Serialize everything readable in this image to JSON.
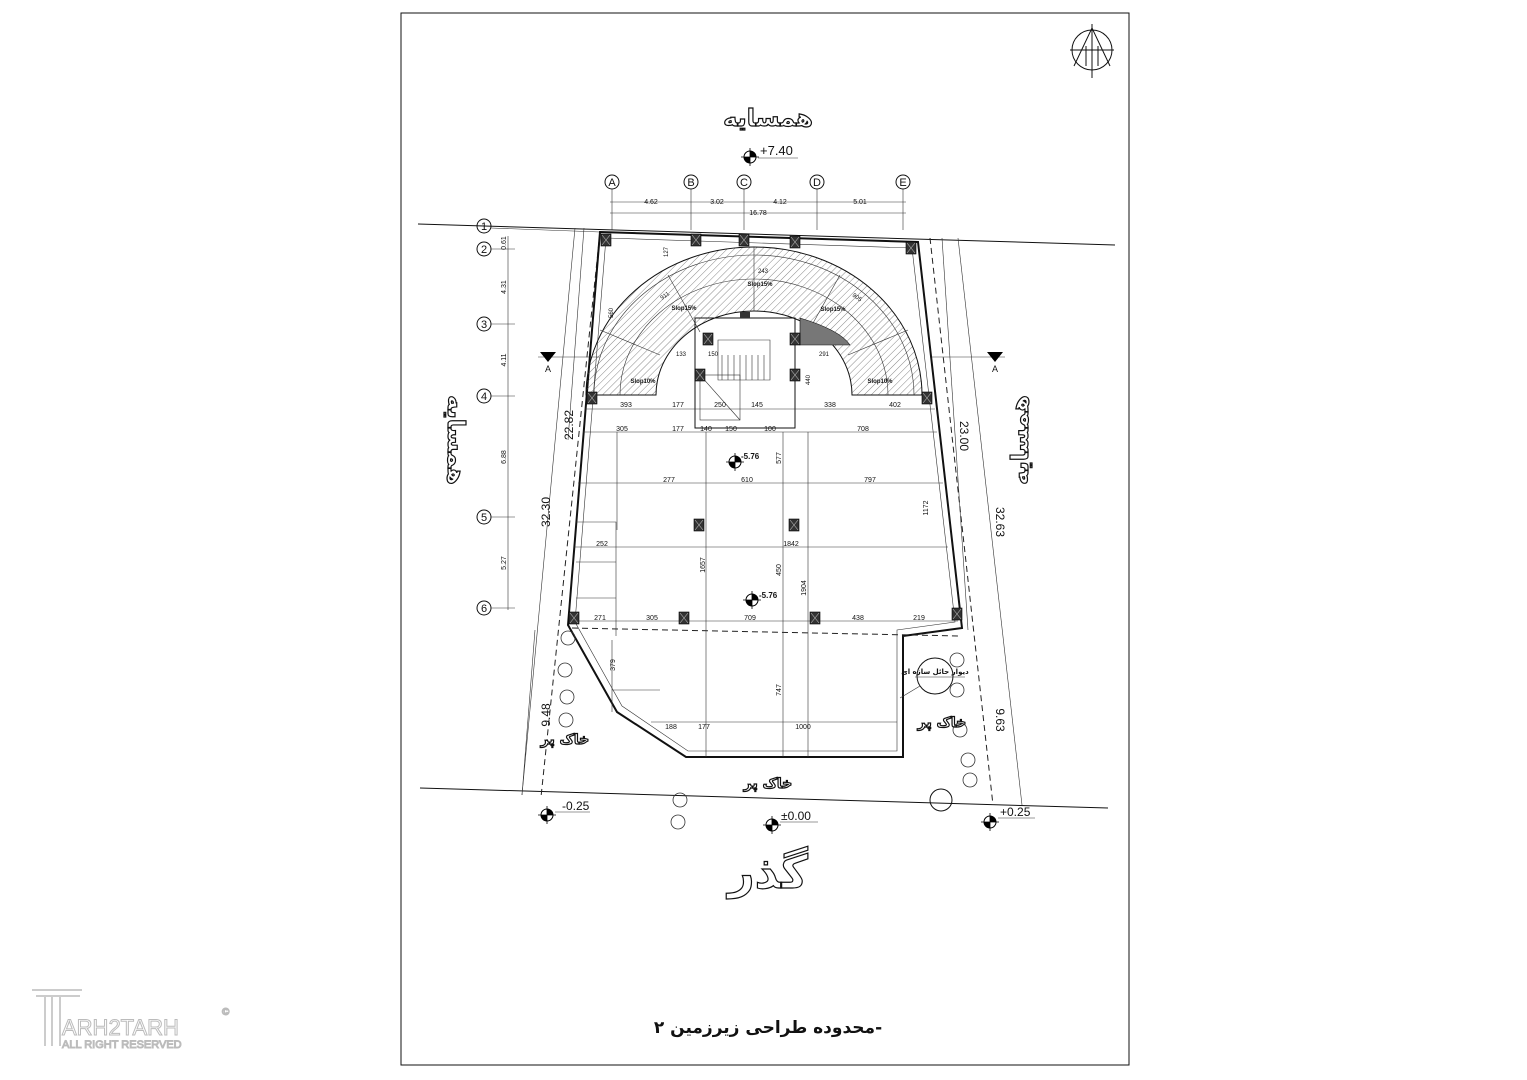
{
  "drawing": {
    "title": "محدوده طراحی زیرزمین ۲-",
    "street_label": "گذر",
    "neighbor_label": "همسایه",
    "fill_label": "خاک پر",
    "retaining_wall_note": "دیوار حائل سازه ای",
    "section_mark": "A"
  },
  "levels": {
    "top": "+7.40",
    "basement_1": "-5.76",
    "basement_2": "-5.76",
    "bottom_left": "-0.25",
    "bottom_center": "±0.00",
    "bottom_right": "+0.25"
  },
  "grid": {
    "columns": [
      "A",
      "B",
      "C",
      "D",
      "E"
    ],
    "rows": [
      "1",
      "2",
      "3",
      "4",
      "5",
      "6"
    ],
    "column_dims": [
      "4.62",
      "3.02",
      "4.12",
      "5.01"
    ],
    "column_total": "16.78",
    "row_dims": [
      "0.61",
      "4.31",
      "4.11",
      "6.88",
      "5.27"
    ]
  },
  "site_dims": {
    "left_upper": "22.82",
    "left_total": "32.30",
    "left_lower": "9.48",
    "right_upper": "23.00",
    "right_total": "32.63",
    "right_lower": "9.63"
  },
  "ramp": {
    "slopes": [
      "Slop15%",
      "Slop15%",
      "Slop15%",
      "Slop10%",
      "Slop10%"
    ],
    "dims": [
      "243",
      "911",
      "905",
      "127",
      "560",
      "133",
      "150",
      "291",
      "440"
    ]
  },
  "interior_dims": [
    "393",
    "177",
    "250",
    "145",
    "338",
    "402",
    "305",
    "177",
    "140",
    "150",
    "100",
    "708",
    "277",
    "610",
    "797",
    "252",
    "1842",
    "1657",
    "450",
    "1904",
    "1172",
    "271",
    "305",
    "709",
    "438",
    "219",
    "379",
    "747",
    "188",
    "177",
    "1000",
    "577"
  ],
  "watermark": {
    "brand": "ARH2TARH",
    "tagline": "ALL RIGHT RESERVED",
    "copyright": "©"
  }
}
